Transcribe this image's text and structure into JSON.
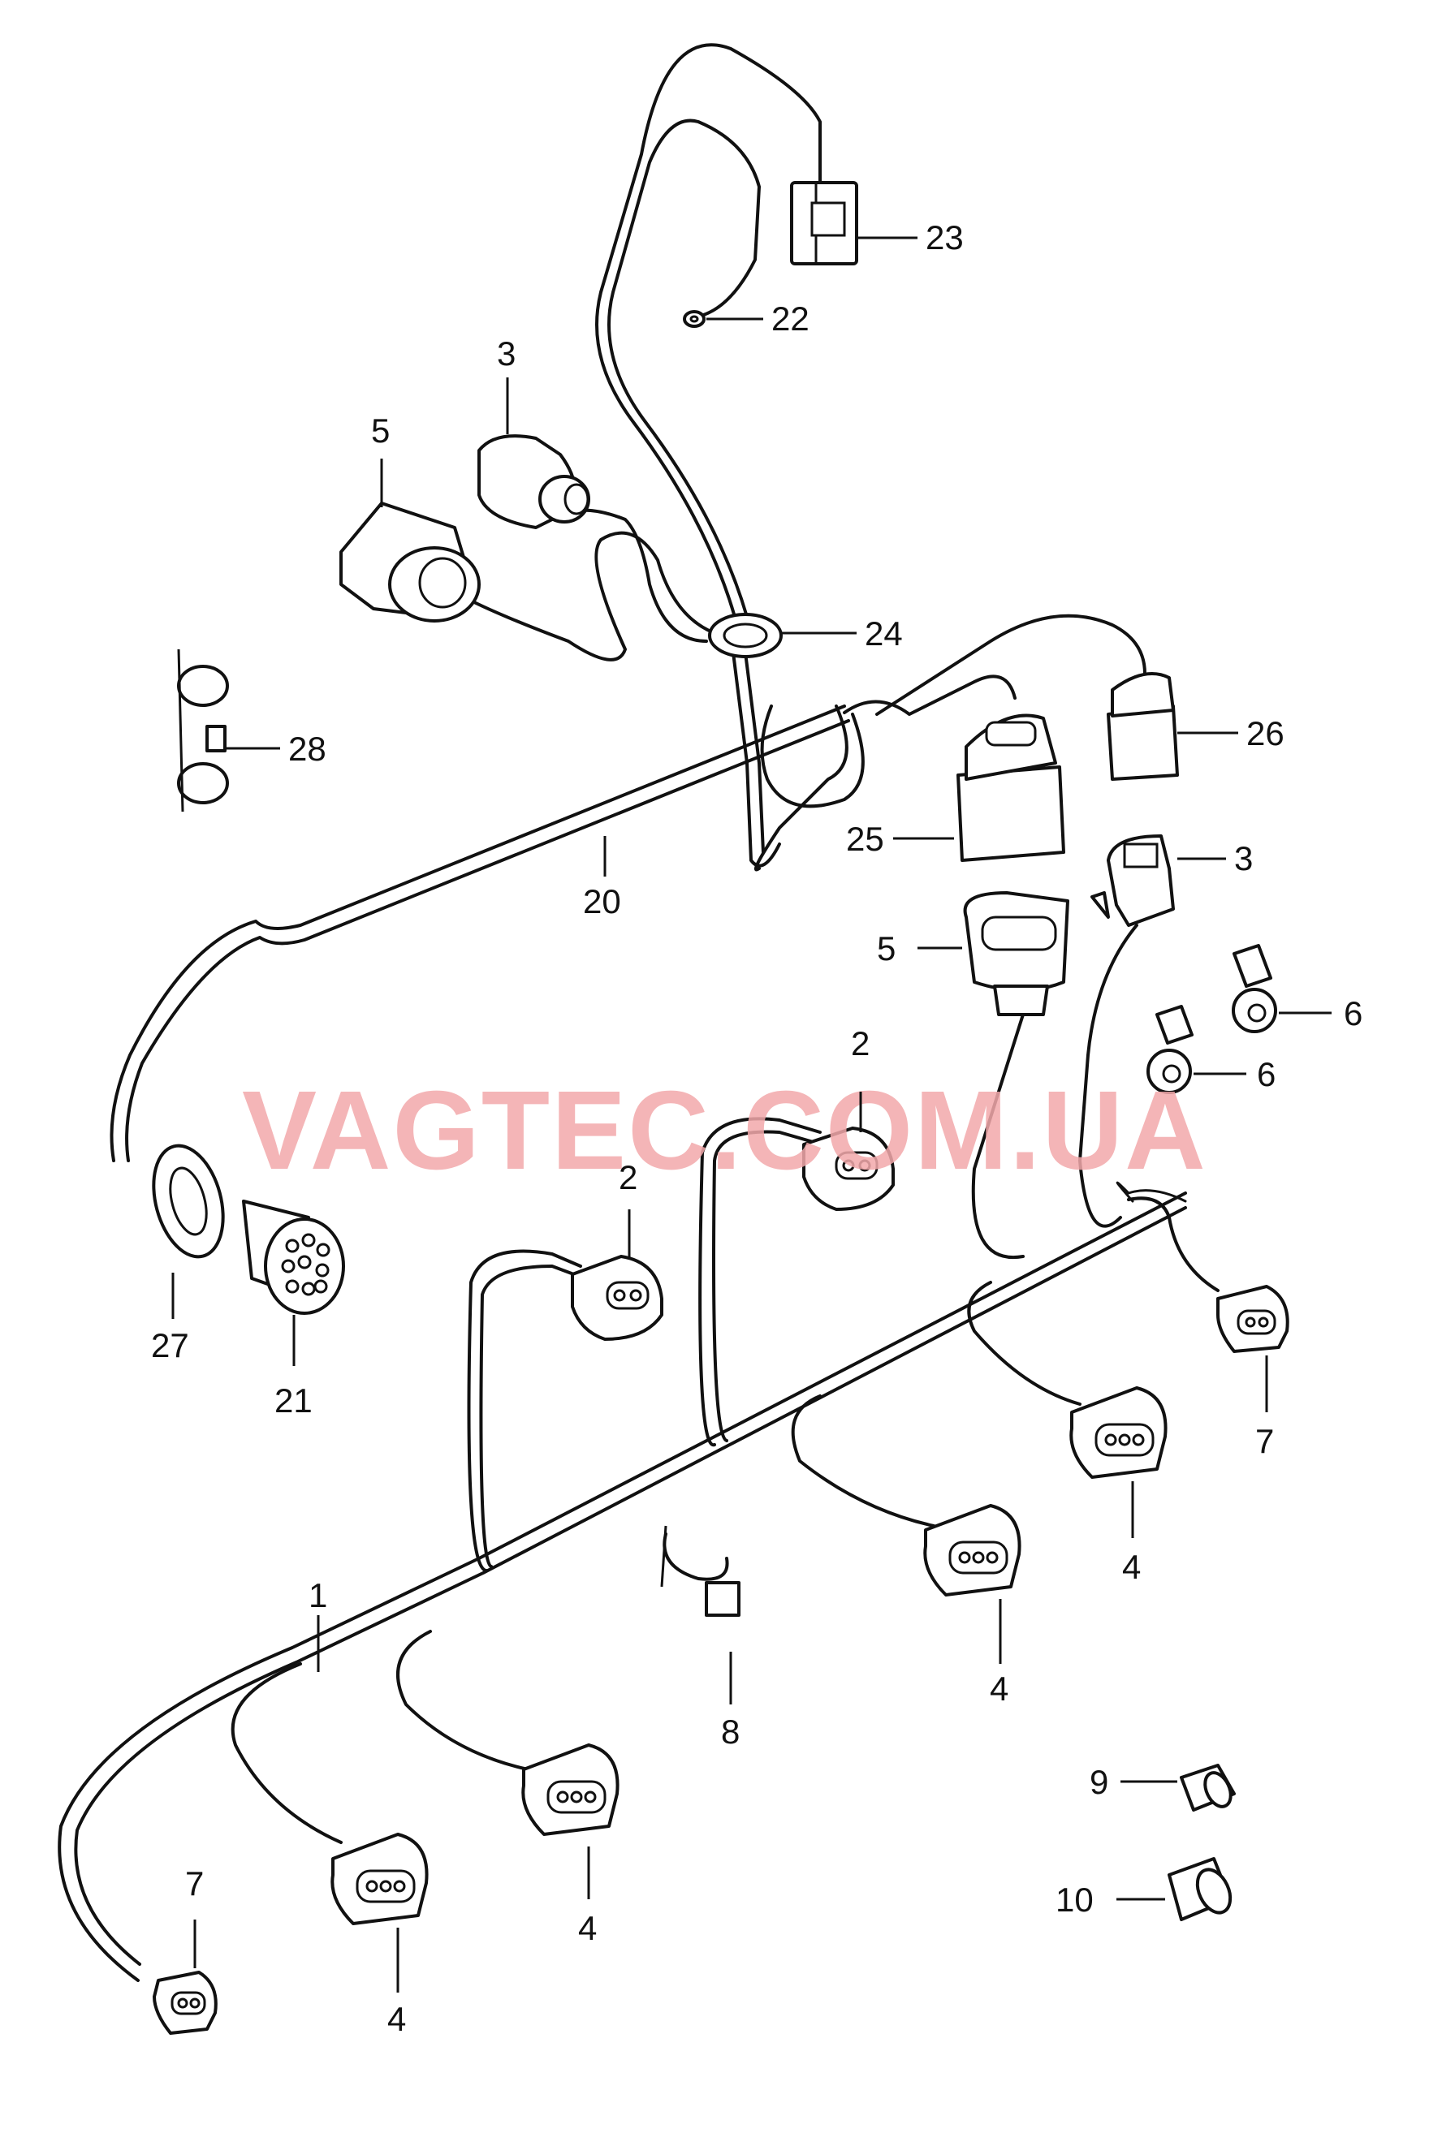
{
  "watermark": "VAGTEC.COM.UA",
  "callouts": {
    "n1": "1",
    "n2a": "2",
    "n2b": "2",
    "n3a": "3",
    "n3b": "3",
    "n4a": "4",
    "n4b": "4",
    "n4c": "4",
    "n4d": "4",
    "n5a": "5",
    "n5b": "5",
    "n6a": "6",
    "n6b": "6",
    "n7a": "7",
    "n7b": "7",
    "n8": "8",
    "n9": "9",
    "n10": "10",
    "n20": "20",
    "n21": "21",
    "n22": "22",
    "n23": "23",
    "n24": "24",
    "n25": "25",
    "n26": "26",
    "n27": "27",
    "n28": "28"
  }
}
